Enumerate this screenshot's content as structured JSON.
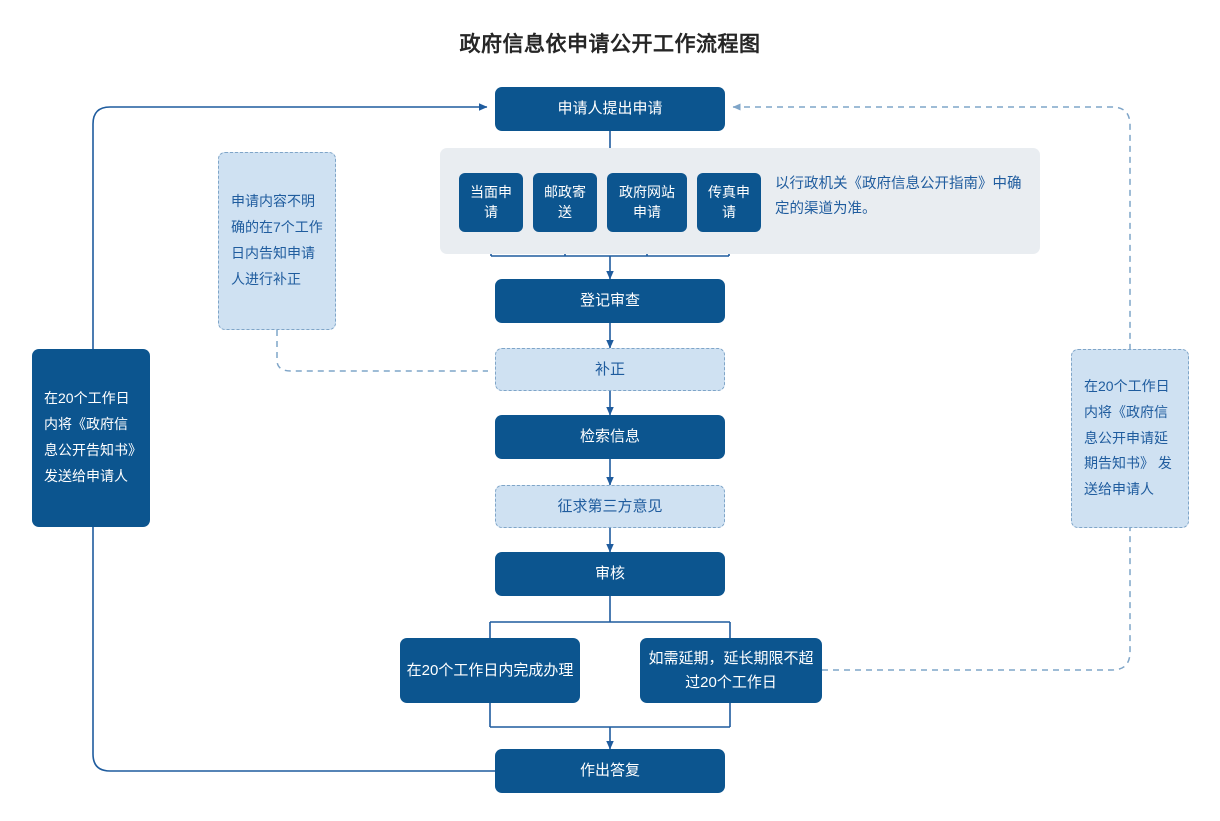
{
  "title": "政府信息依申请公开工作流程图",
  "colors": {
    "primary": "#0C558F",
    "light_fill": "#CFE1F2",
    "light_text": "#1F5C9E",
    "group_fill": "#E9EDF1",
    "connector": "#1F5C9E",
    "dashed_connector": "#7FA5C8",
    "title_text": "#262626"
  },
  "flow": {
    "start": {
      "label": "申请人提出申请"
    },
    "channels": {
      "items": [
        {
          "label": "当面申请"
        },
        {
          "label": "邮政寄送"
        },
        {
          "label": "政府网站申请"
        },
        {
          "label": "传真申请"
        }
      ],
      "note": "以行政机关《政府信息公开指南》中确定的渠道为准。"
    },
    "steps": [
      {
        "id": "register",
        "label": "登记审查",
        "style": "solid"
      },
      {
        "id": "supplement",
        "label": "补正",
        "style": "light"
      },
      {
        "id": "retrieve",
        "label": "检索信息",
        "style": "solid"
      },
      {
        "id": "third-party",
        "label": "征求第三方意见",
        "style": "light"
      },
      {
        "id": "review",
        "label": "审核",
        "style": "solid"
      }
    ],
    "branches": [
      {
        "id": "complete-in-20",
        "label": "在20个工作日内完成办理",
        "style": "solid"
      },
      {
        "id": "extension",
        "label": "如需延期，延长期限不超过20个工作日",
        "style": "solid"
      }
    ],
    "end": {
      "label": "作出答复"
    }
  },
  "annotations": {
    "supplement_note": "申请内容不明确的在7个工作日内告知申请人进行补正",
    "left_notice": "在20个工作日内将《政府信息公开告知书》发送给申请人",
    "right_notice": "在20个工作日内将《政府信息公开申请延期告知书》 发送给申请人"
  }
}
